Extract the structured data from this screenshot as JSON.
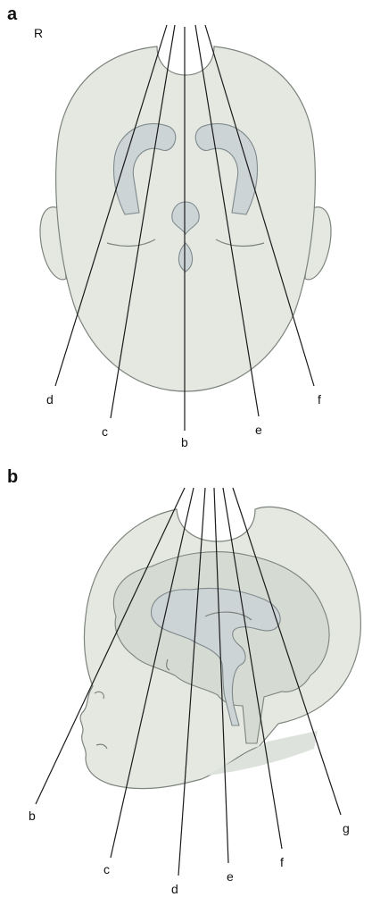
{
  "panel_a": {
    "letter": "a",
    "side_marker": "R",
    "line_labels": [
      "d",
      "c",
      "b",
      "e",
      "f"
    ]
  },
  "panel_b": {
    "letter": "b",
    "line_labels": [
      "b",
      "c",
      "d",
      "e",
      "f",
      "g"
    ]
  },
  "colors": {
    "head_fill": "#e4e8e1",
    "ventricle_fill": "#ccd4d6",
    "brain_fill": "#d5dad2",
    "line_color": "#1a1a1a"
  }
}
